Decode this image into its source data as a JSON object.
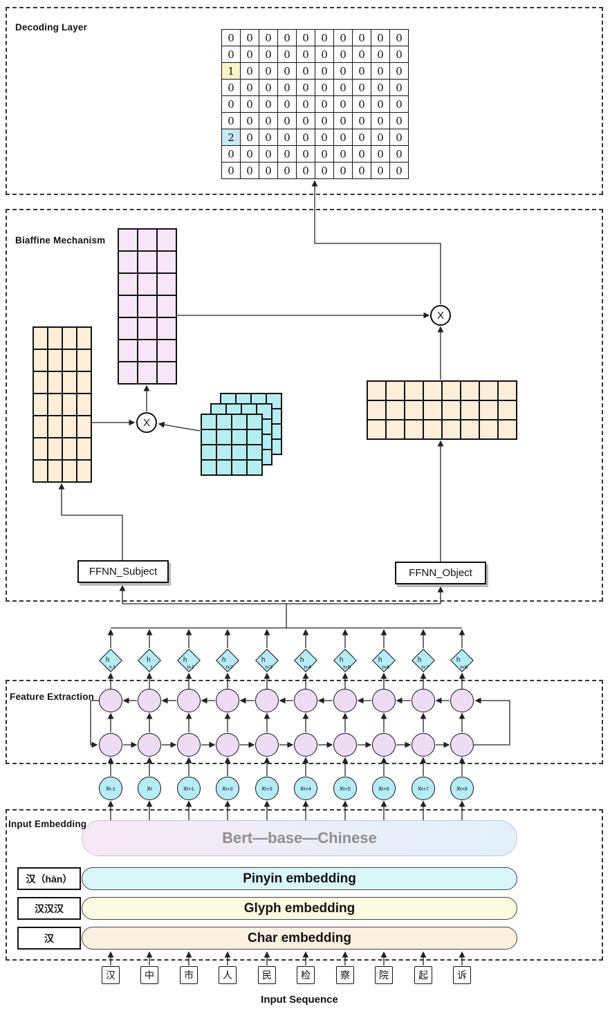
{
  "sections": {
    "decoding": "Decoding Layer",
    "biaffine": "Biaffine Mechanism",
    "feature": "Feature Extraction",
    "embedding": "Input Embedding"
  },
  "decoding_matrix": {
    "cells": [
      [
        "0",
        "0",
        "0",
        "0",
        "0",
        "0",
        "0",
        "0",
        "0",
        "0"
      ],
      [
        "0",
        "0",
        "0",
        "0",
        "0",
        "0",
        "0",
        "0",
        "0",
        "0"
      ],
      [
        "1",
        "0",
        "0",
        "0",
        "0",
        "0",
        "0",
        "0",
        "0",
        "0"
      ],
      [
        "0",
        "0",
        "0",
        "0",
        "0",
        "0",
        "0",
        "0",
        "0",
        "0"
      ],
      [
        "0",
        "0",
        "0",
        "0",
        "0",
        "0",
        "0",
        "0",
        "0",
        "0"
      ],
      [
        "0",
        "0",
        "0",
        "0",
        "0",
        "0",
        "0",
        "0",
        "0",
        "0"
      ],
      [
        "2",
        "0",
        "0",
        "0",
        "0",
        "0",
        "0",
        "0",
        "0",
        "0"
      ],
      [
        "0",
        "0",
        "0",
        "0",
        "0",
        "0",
        "0",
        "0",
        "0",
        "0"
      ],
      [
        "0",
        "0",
        "0",
        "0",
        "0",
        "0",
        "0",
        "0",
        "0",
        "0"
      ]
    ],
    "highlights": [
      {
        "r": 2,
        "c": 0,
        "bg": "#f8f6c8"
      },
      {
        "r": 6,
        "c": 0,
        "bg": "#c9e9f5"
      }
    ]
  },
  "biaffine": {
    "ffnn_subject_label": "FFNN_Subject",
    "ffnn_object_label": "FFNN_Object",
    "multiply_symbol": "X",
    "subject_matrix": {
      "rows": 7,
      "cols": 4
    },
    "relation_matrix": {
      "rows": 7,
      "cols": 3
    },
    "tensor_stack": {
      "sheets": 3,
      "rows": 4,
      "cols": 4
    },
    "object_matrix": {
      "rows": 3,
      "cols": 8
    }
  },
  "feature": {
    "hidden_base": "h",
    "input_base": "x",
    "subscripts": [
      "t-1",
      "t",
      "t+1",
      "t+2",
      "t+3",
      "t+4",
      "t+5",
      "t+6",
      "t+7",
      "t+8"
    ]
  },
  "embedding": {
    "bert_label": "Bert—base—Chinese",
    "pinyin_label": "Pinyin embedding",
    "glyph_label": "Glyph embedding",
    "char_label": "Char embedding",
    "side_boxes": [
      "汉（hàn）",
      "汉汉汉",
      "汉"
    ],
    "input_chars": [
      "汉",
      "中",
      "市",
      "人",
      "民",
      "检",
      "察",
      "院",
      "起",
      "诉"
    ],
    "sequence_label": "Input Sequence"
  },
  "colors": {
    "matrix_orange": "#fdeeda",
    "matrix_pink": "#f7e6f7",
    "matrix_cyan": "#b5eef0",
    "lstm_circle": "#eedcf4",
    "node_cyan": "#b5ecf6",
    "highlight_yellow": "#f8f6c8",
    "highlight_blue": "#c9e9f5"
  }
}
